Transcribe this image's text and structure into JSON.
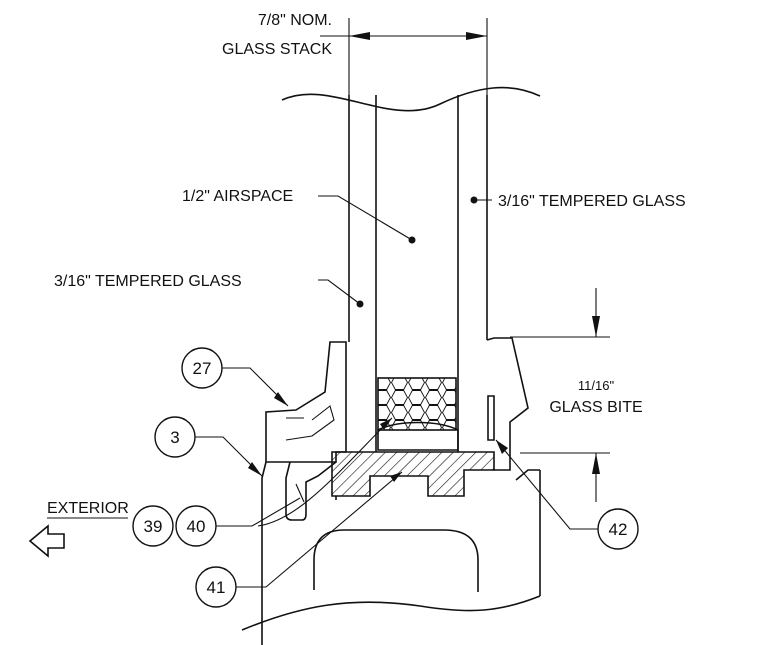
{
  "labels": {
    "glass_stack_line1": "7/8\" NOM.",
    "glass_stack_line2": "GLASS STACK",
    "airspace": "1/2\" AIRSPACE",
    "tempered_right": "3/16\" TEMPERED GLASS",
    "tempered_left": "3/16\" TEMPERED GLASS",
    "glass_bite_line1": "11/16\"",
    "glass_bite_line2": "GLASS BITE",
    "exterior": "EXTERIOR"
  },
  "callouts": [
    "27",
    "3",
    "39",
    "40",
    "41",
    "42"
  ]
}
